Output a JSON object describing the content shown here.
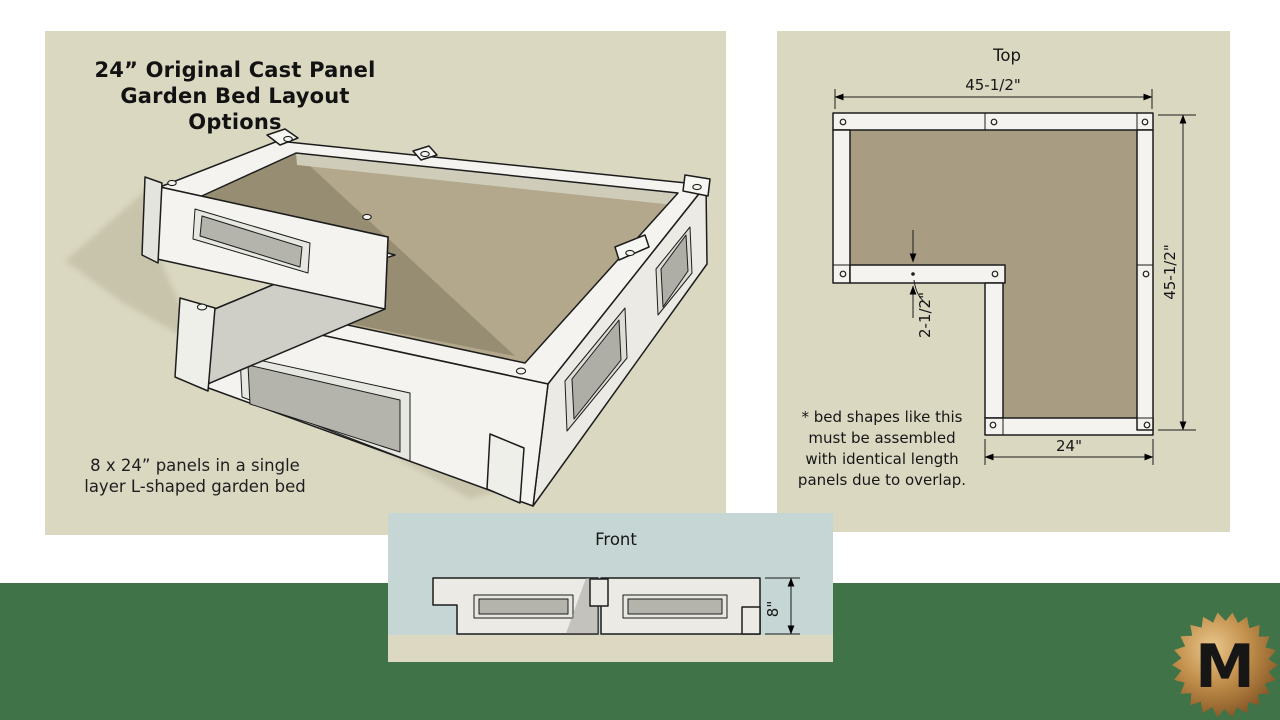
{
  "page": {
    "bg": "#ffffff",
    "band_color": "#407347"
  },
  "left_card": {
    "bg": "#dbd8c2",
    "title_lines": [
      "24” Original Cast Panel",
      "Garden Bed Layout",
      "Options"
    ],
    "caption_lines": [
      "8 x 24” panels in a single",
      "layer L-shaped garden bed"
    ]
  },
  "top_view": {
    "label": "Top",
    "dim_top": "45-1/2\"",
    "dim_right": "45-1/2\"",
    "dim_overlap": "2-1/2\"",
    "dim_bottom": "24\"",
    "note_lines": [
      "* bed shapes like this",
      "must be assembled",
      "with identical length",
      "panels due to overlap."
    ]
  },
  "front_view": {
    "label": "Front",
    "dim_height": "8\""
  },
  "colors": {
    "card_bg": "#dbd8c2",
    "panel": "#f4f3ef",
    "panel_shaded": "#eceae4",
    "panel_dark": "#cfcfc8",
    "soil_flat": "#a89d83",
    "soil_light": "#b3a88c",
    "soil_shadow": "#94896f",
    "front_bg": "#c5d6d4",
    "front_ground": "#ddd8c2",
    "window_inner": "#b4b4ad",
    "window_frame": "#e7e7e1",
    "outline": "#1c1c1c"
  },
  "logo": {
    "letter": "M",
    "copper_light": "#e3ba7c",
    "copper_mid": "#bd8c49",
    "copper_dark": "#7d4f20",
    "letter_color": "#f6f3ea"
  }
}
